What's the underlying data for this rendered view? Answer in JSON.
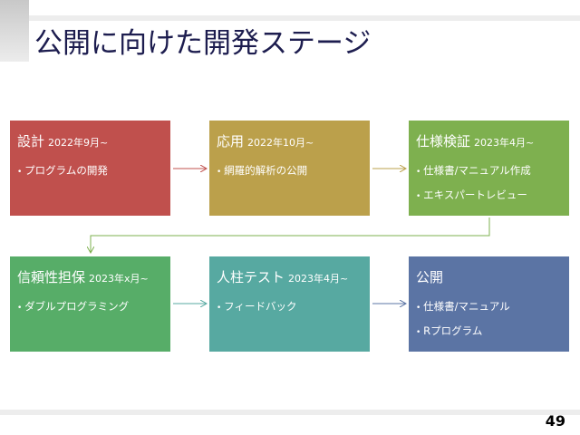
{
  "title": "公開に向けた開発ステージ",
  "stages": [
    {
      "name": "設計",
      "date": "2022年9月~",
      "items": [
        "プログラムの開発"
      ],
      "color": "#c0504d"
    },
    {
      "name": "応用",
      "date": "2022年10月~",
      "items": [
        "網羅的解析の公開"
      ],
      "color": "#bba04b"
    },
    {
      "name": "仕様検証",
      "date": "2023年4月~",
      "items": [
        "仕様書/マニュアル作成",
        "エキスパートレビュー"
      ],
      "color": "#7eb04f"
    },
    {
      "name": "信頼性担保",
      "date": "2023年x月~",
      "items": [
        "ダブルプログラミング"
      ],
      "color": "#57ad68"
    },
    {
      "name": "人柱テスト",
      "date": "2023年4月~",
      "items": [
        "フィードバック"
      ],
      "color": "#57a9a1"
    },
    {
      "name": "公開",
      "date": "",
      "items": [
        "仕様書/マニュアル",
        "Rプログラム"
      ],
      "color": "#5b74a4"
    }
  ],
  "page_number": "49"
}
